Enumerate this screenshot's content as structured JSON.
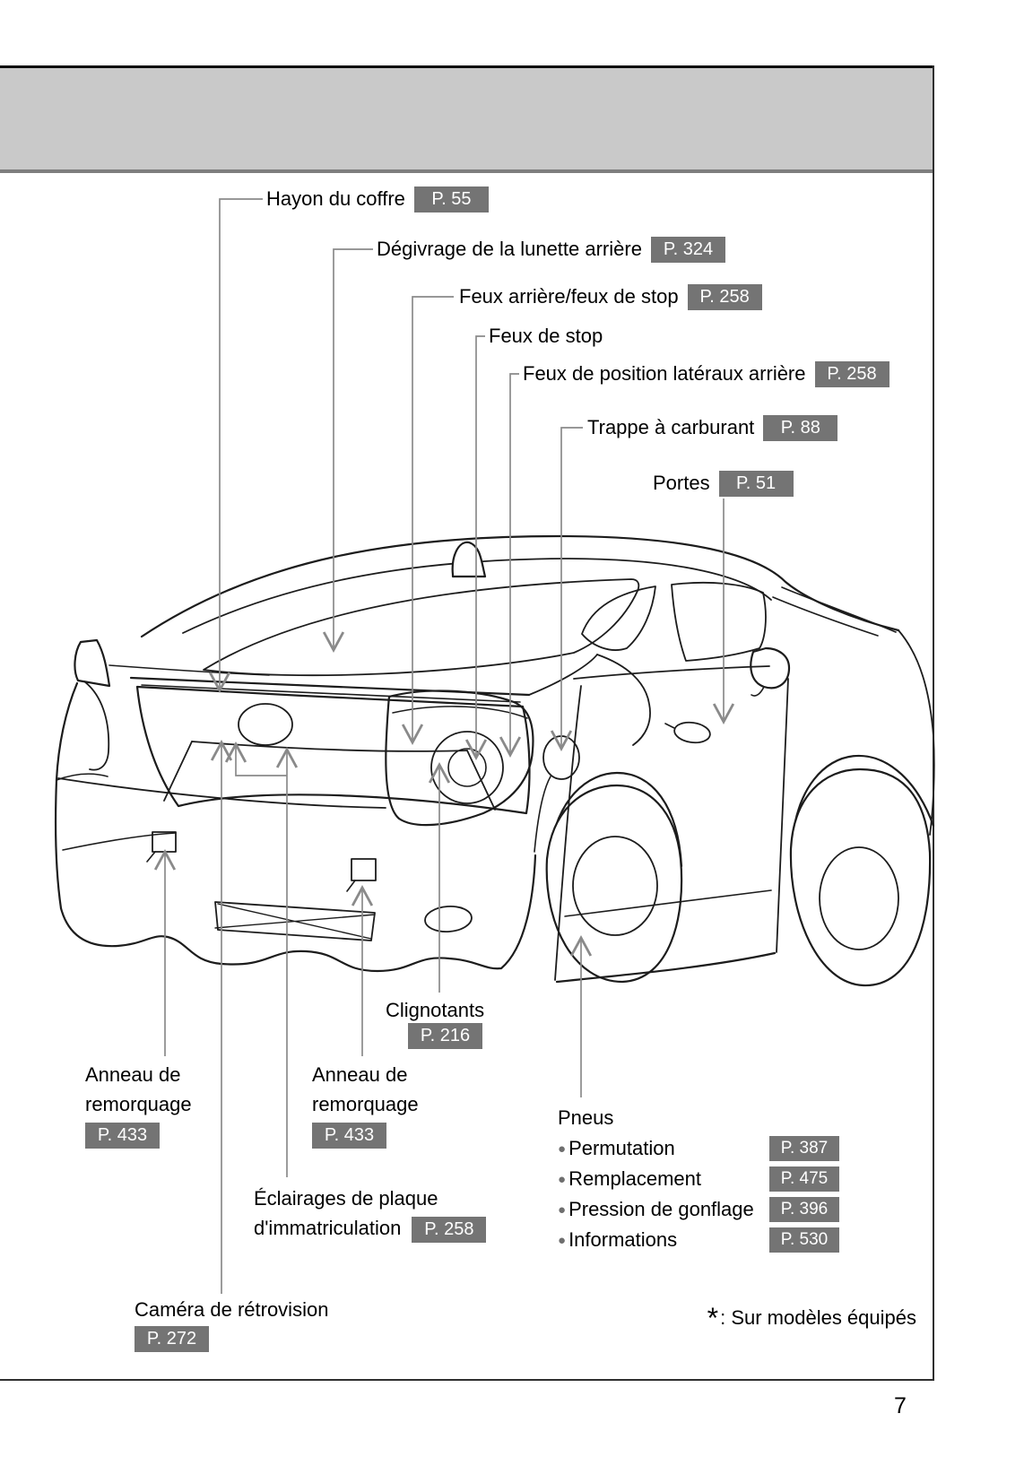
{
  "colors": {
    "header_fill": "#c9c9c9",
    "header_rule": "#7e7e7e",
    "badge_bg": "#747474",
    "leader_line": "#8a8a8a",
    "car_line": "#1c1c1c"
  },
  "labels": {
    "hayon": {
      "text": "Hayon du coffre",
      "page": "P. 55"
    },
    "degivrage": {
      "text": "Dégivrage de la lunette arrière",
      "page": "P. 324"
    },
    "feux_arriere": {
      "text": "Feux arrière/feux de stop",
      "page": "P. 258"
    },
    "feux_stop": {
      "text": "Feux de stop"
    },
    "feux_position": {
      "text": "Feux de position latéraux arrière",
      "page": "P. 258"
    },
    "trappe": {
      "text": "Trappe à carburant",
      "page": "P. 88"
    },
    "portes": {
      "text": "Portes",
      "page": "P. 51"
    },
    "clignotants": {
      "text": "Clignotants",
      "page": "P. 216"
    },
    "anneau_gauche": {
      "line1": "Anneau de",
      "line2": "remorquage",
      "page": "P. 433"
    },
    "anneau_milieu": {
      "line1": "Anneau de",
      "line2": "remorquage",
      "page": "P. 433"
    },
    "pneus": {
      "title": "Pneus",
      "items": [
        {
          "text": "Permutation",
          "page": "P. 387"
        },
        {
          "text": "Remplacement",
          "page": "P. 475"
        },
        {
          "text": "Pression de gonflage",
          "page": "P. 396"
        },
        {
          "text": "Informations",
          "page": "P. 530"
        }
      ]
    },
    "eclairages": {
      "line1": "Éclairages de plaque",
      "line2": "d'immatriculation",
      "page": "P. 258"
    },
    "camera": {
      "text": "Caméra de rétrovision",
      "page": "P. 272"
    }
  },
  "footnote": {
    "symbol": "*",
    "text": ": Sur modèles équipés"
  },
  "page_number": "7"
}
